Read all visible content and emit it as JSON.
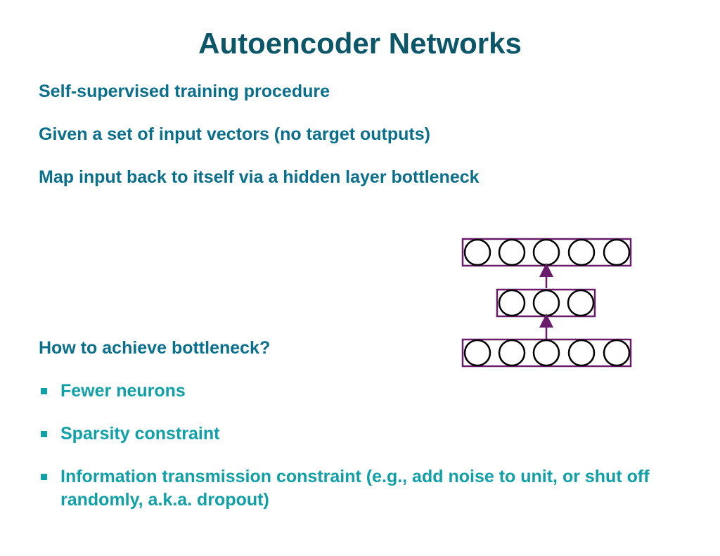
{
  "slide": {
    "title": "Autoencoder Networks",
    "lines": [
      "Self-supervised training procedure",
      "Given a set of input vectors (no target outputs)",
      "Map input back to itself via a hidden layer bottleneck"
    ],
    "question": "How to achieve bottleneck?",
    "bullets": [
      "Fewer neurons",
      "Sparsity constraint",
      "Information transmission constraint (e.g., add noise to unit, or shut off randomly, a.k.a. dropout)"
    ]
  },
  "diagram": {
    "layers": [
      {
        "name": "output",
        "units": 5
      },
      {
        "name": "hidden",
        "units": 3
      },
      {
        "name": "input",
        "units": 5
      }
    ],
    "colors": {
      "box": "#6a1b6a",
      "arrow": "#6a1b6a",
      "unit": "#000000"
    }
  }
}
